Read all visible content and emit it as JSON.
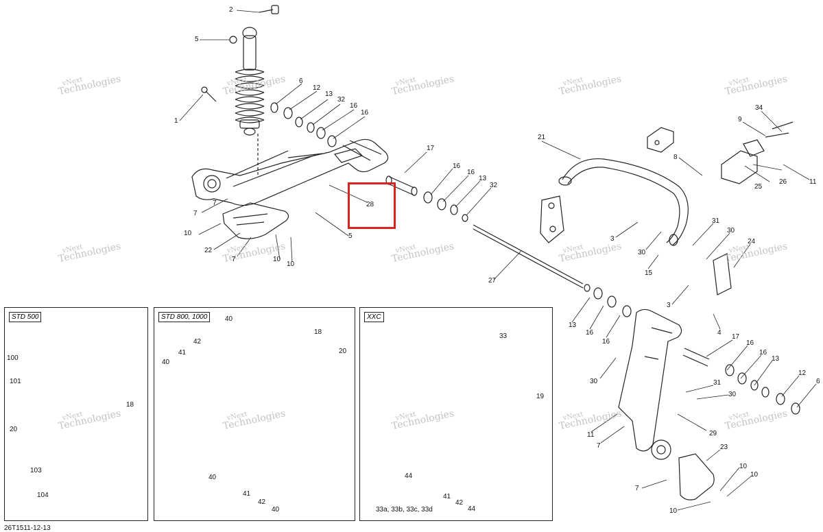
{
  "diagram_id": "26T1511-12-13",
  "watermark": {
    "line1": "vNext",
    "line2": "Technologies"
  },
  "panels": [
    {
      "tag": "STD 500"
    },
    {
      "tag": "STD 800, 1000"
    },
    {
      "tag": "XXC"
    }
  ],
  "highlight_callout": "28",
  "callouts": [
    "2",
    "5",
    "1",
    "6",
    "12",
    "13",
    "32",
    "16",
    "16",
    "17",
    "28",
    "7",
    "7",
    "10",
    "22",
    "7",
    "10",
    "10",
    "5",
    "16",
    "16",
    "13",
    "32",
    "27",
    "21",
    "34",
    "9",
    "8",
    "26",
    "25",
    "11",
    "3",
    "30",
    "31",
    "30",
    "24",
    "15",
    "3",
    "13",
    "16",
    "16",
    "4",
    "17",
    "16",
    "16",
    "13",
    "12",
    "6",
    "30",
    "31",
    "30",
    "11",
    "7",
    "29",
    "23",
    "10",
    "10",
    "7",
    "10",
    "100",
    "101",
    "18",
    "20",
    "103",
    "104",
    "40",
    "42",
    "41",
    "40",
    "20",
    "18",
    "40",
    "41",
    "42",
    "40",
    "33",
    "19",
    "44",
    "41",
    "42",
    "44",
    "33a, 33b, 33c, 33d"
  ]
}
